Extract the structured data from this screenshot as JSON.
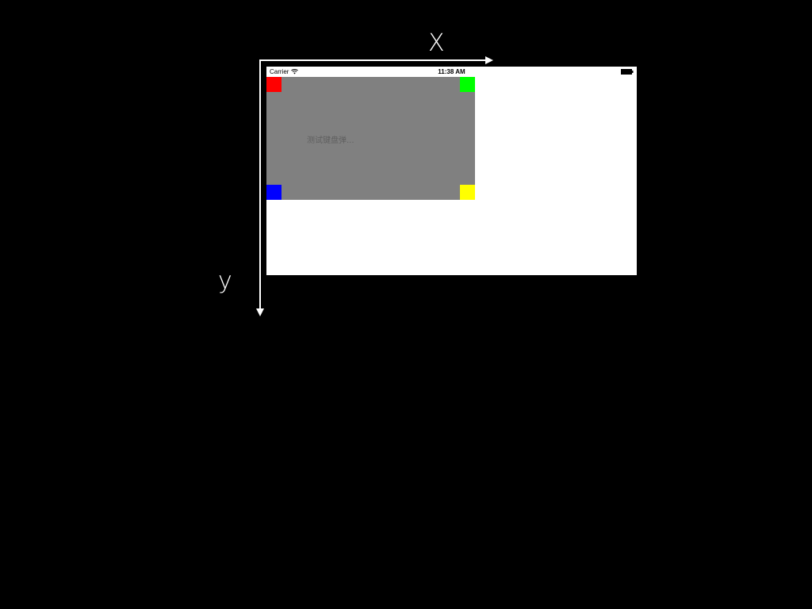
{
  "axes": {
    "x_label": "X",
    "y_label": "y"
  },
  "status_bar": {
    "carrier": "Carrier",
    "time": "11:38 AM",
    "icons": [
      "wifi-icon",
      "battery-icon"
    ]
  },
  "view": {
    "background_color": "#808080",
    "text": "测试键盘弹...",
    "corner_colors": {
      "top_left": "#ff0000",
      "top_right": "#00ff00",
      "bottom_left": "#0000ff",
      "bottom_right": "#ffff00"
    }
  }
}
